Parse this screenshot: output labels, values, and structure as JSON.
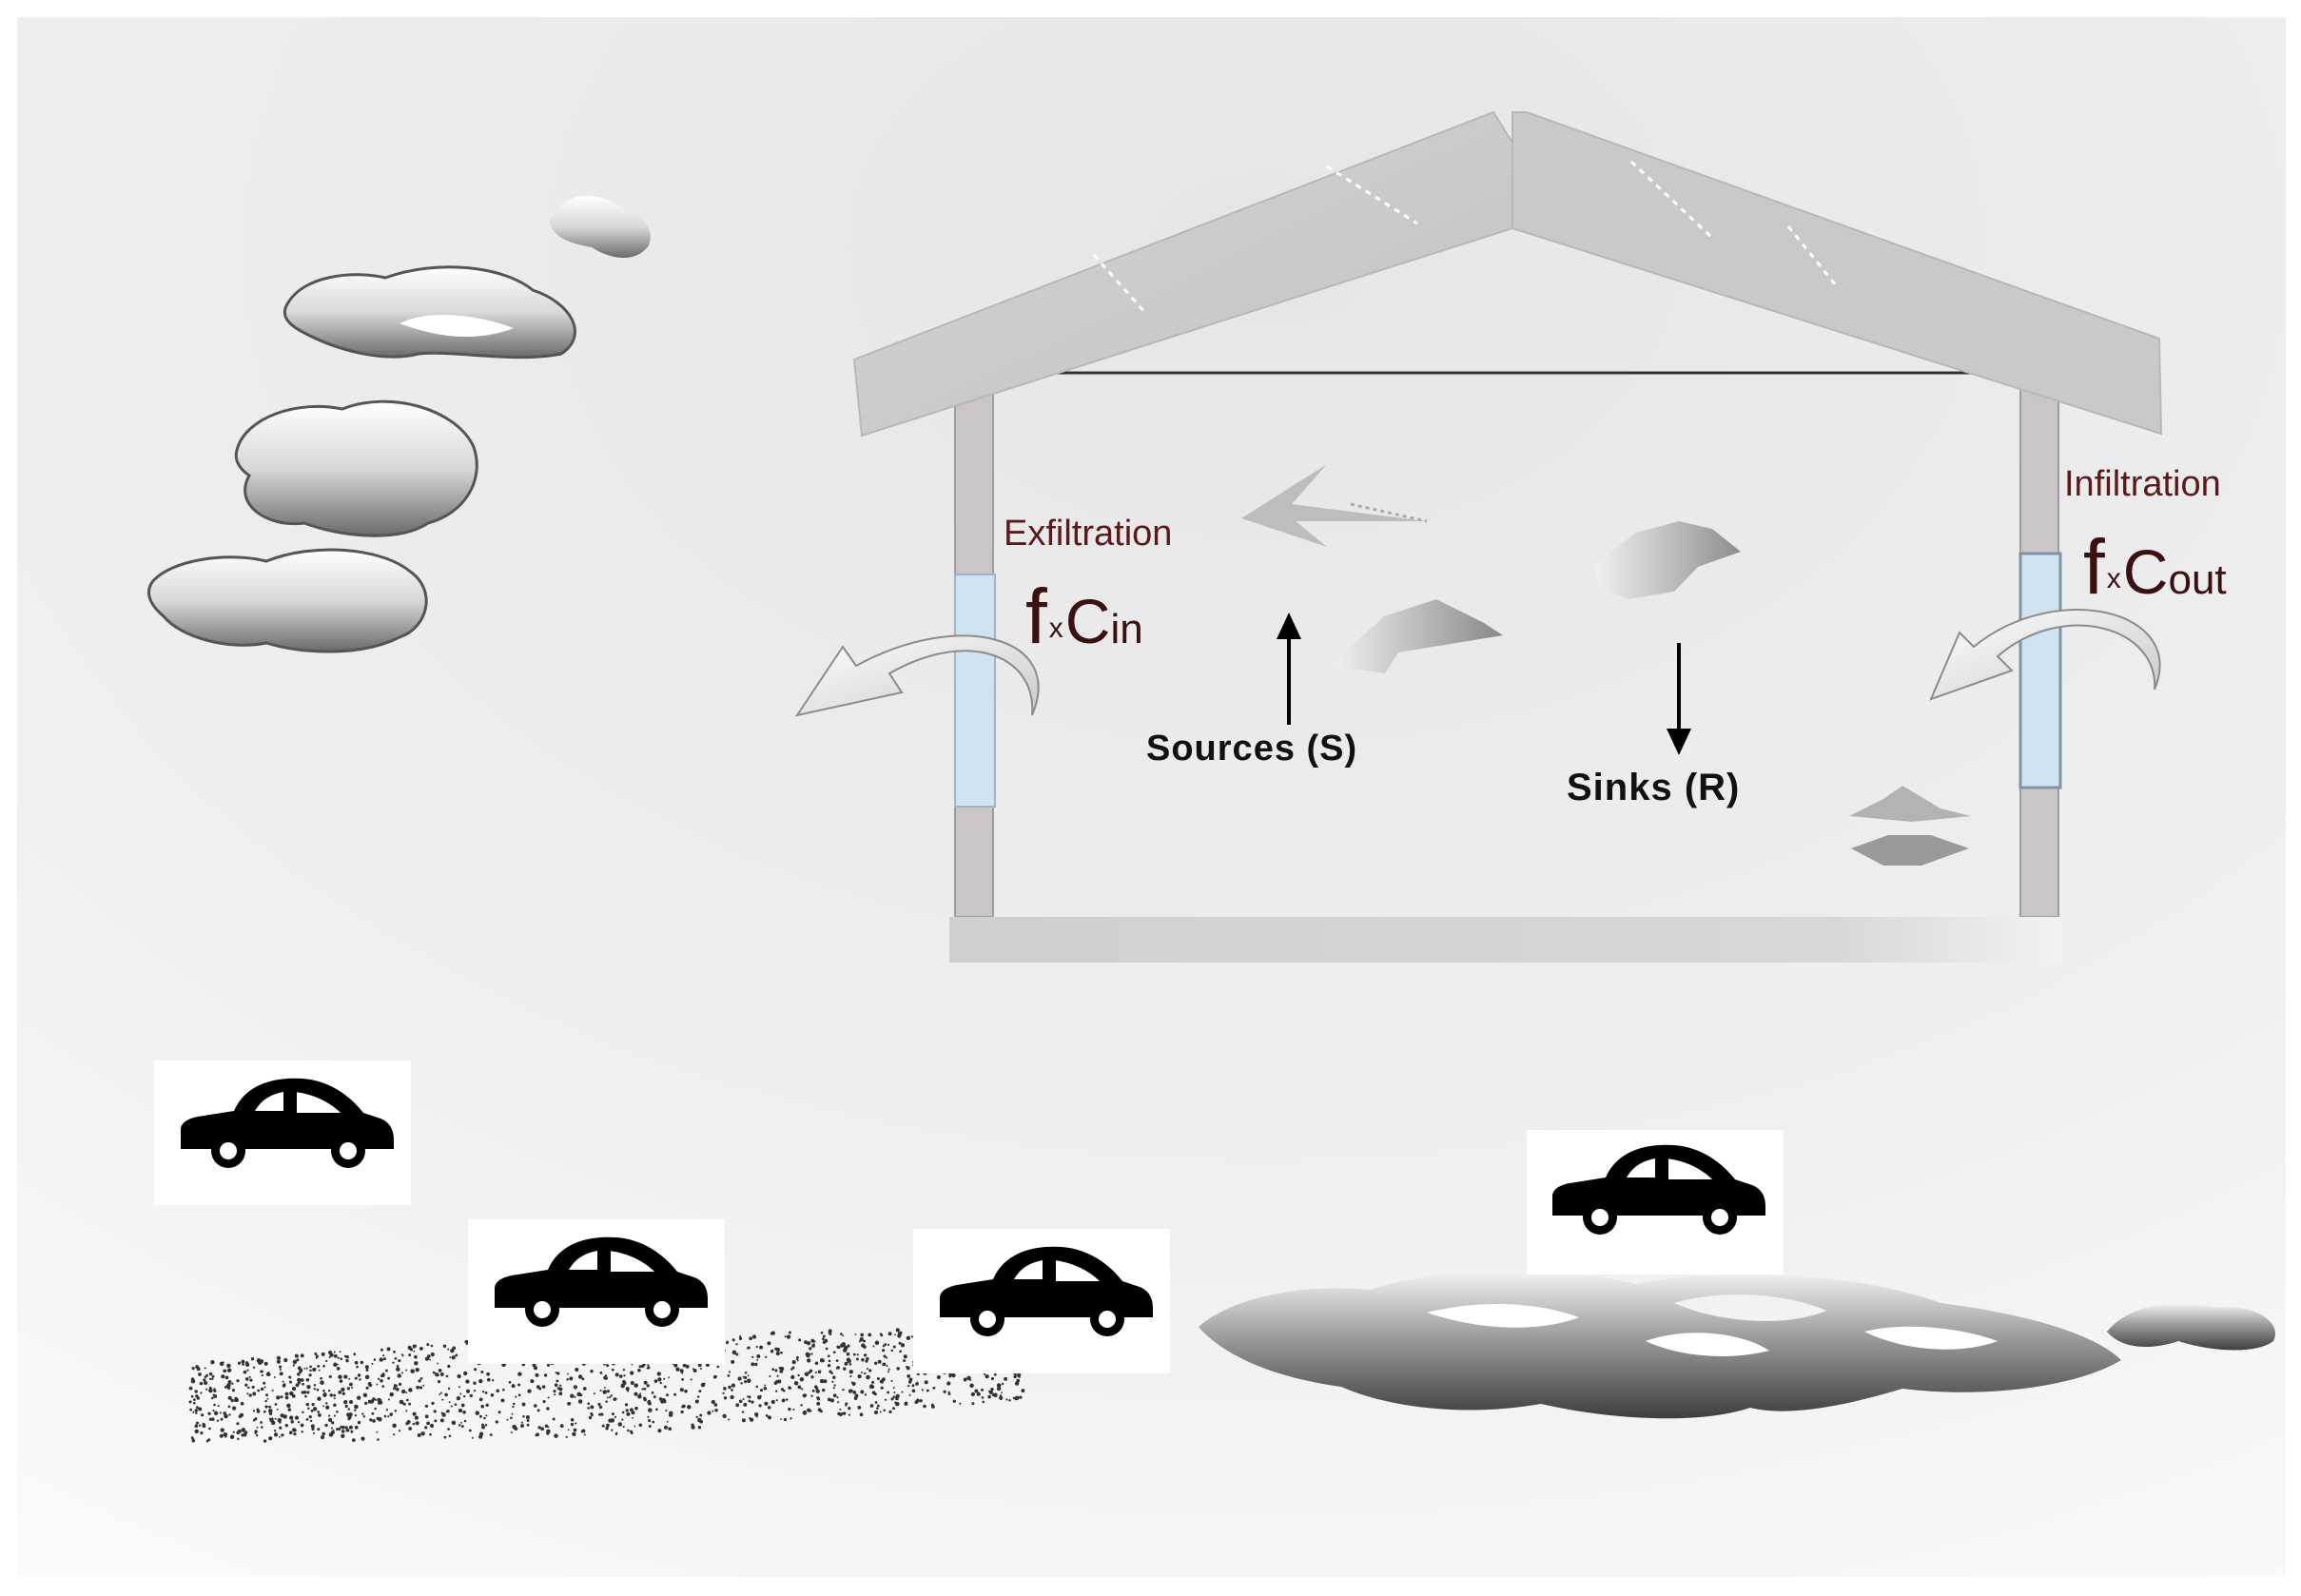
{
  "labels": {
    "exfiltration": "Exfiltration",
    "infiltration": "Infiltration",
    "sources": "Sources (S)",
    "sinks": "Sinks (R)"
  },
  "formulas": {
    "exfiltration": {
      "f": "f",
      "x": "x",
      "c": "C",
      "sub": "in"
    },
    "infiltration": {
      "f": "f",
      "x": "x",
      "c": "C",
      "sub": "out"
    }
  },
  "colors": {
    "label_maroon": "#5a1a1a",
    "house_gray": "#c8c8c8",
    "window_blue": "#cfe3f0",
    "car": "#000000"
  },
  "icons": [
    "car-icon",
    "cloud-icon",
    "arrow-up-icon",
    "arrow-down-icon",
    "curved-arrow-icon"
  ]
}
